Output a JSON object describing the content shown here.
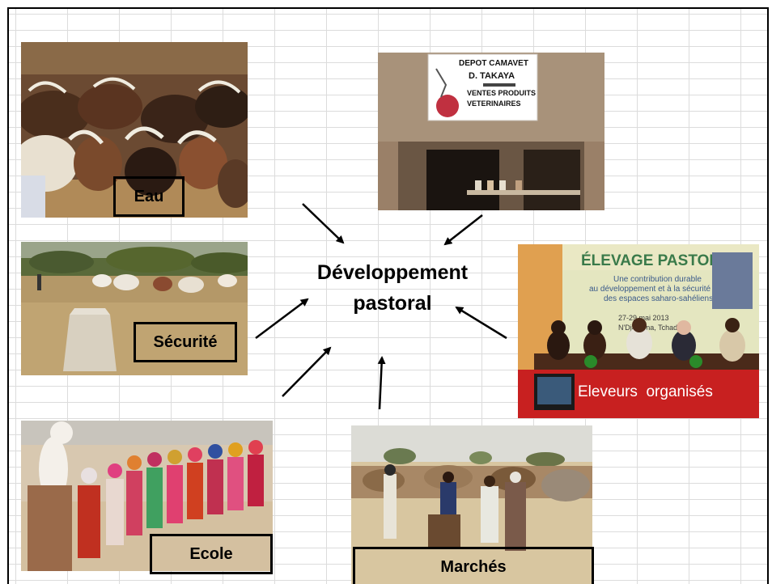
{
  "diagram": {
    "center_line1": "Développement",
    "center_line2": "pastoral"
  },
  "labels": {
    "eau": "Eau",
    "securite": "Sécurité",
    "ecole": "Ecole",
    "marches": "Marchés",
    "eleveurs": "Eleveurs  organisés"
  },
  "photos": {
    "depot_sign_line1": "DEPOT CAMAVET",
    "depot_sign_line2": "D. TAKAYA",
    "depot_sign_line3": "VENTES PRODUITS",
    "depot_sign_line4": "VETERINAIRES",
    "banner_title": "ÉLEVAGE PASTORAL",
    "banner_sub1": "Une contribution durable",
    "banner_sub2": "au développement et à la sécurité",
    "banner_sub3": "des espaces saharo-sahéliens",
    "banner_date": "27-29 mai 2013",
    "banner_place": "N'Djamena, Tchad"
  }
}
